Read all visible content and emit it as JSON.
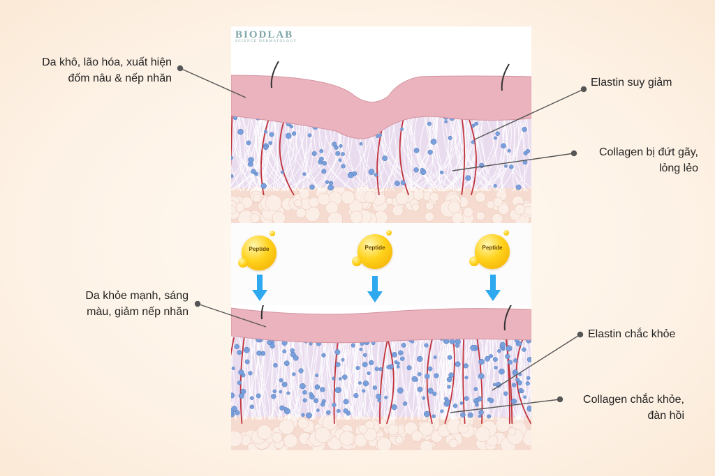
{
  "logo": {
    "name": "BIODLAB",
    "tagline": "SCIENCE DERMATOLOGY"
  },
  "labels": {
    "top_left": "Da khô, lão hóa, xuất hiện\nđốm nâu & nếp nhăn",
    "top_right_1": "Elastin suy giảm",
    "top_right_2": "Collagen bị đứt gãy,\nlỏng lẻo",
    "bottom_left": "Da khỏe mạnh, sáng\nmàu, giảm nếp nhăn",
    "bottom_right_1": "Elastin chắc khỏe",
    "bottom_right_2": "Collagen chắc khỏe,\nđàn hồi"
  },
  "peptides": [
    "Peptide",
    "Peptide",
    "Peptide"
  ],
  "colors": {
    "epidermis": "#eab3bd",
    "collagen": "#ffffff",
    "elastin": "#7aa0db",
    "vessel": "#c0323a",
    "fat": "#f6dcd0",
    "peptide": "#ffd21c",
    "arrow": "#2ea8ee",
    "leader": "#555555"
  },
  "icons": {
    "arrow": "down-arrow-icon",
    "sparkle": "sparkle-icon"
  }
}
